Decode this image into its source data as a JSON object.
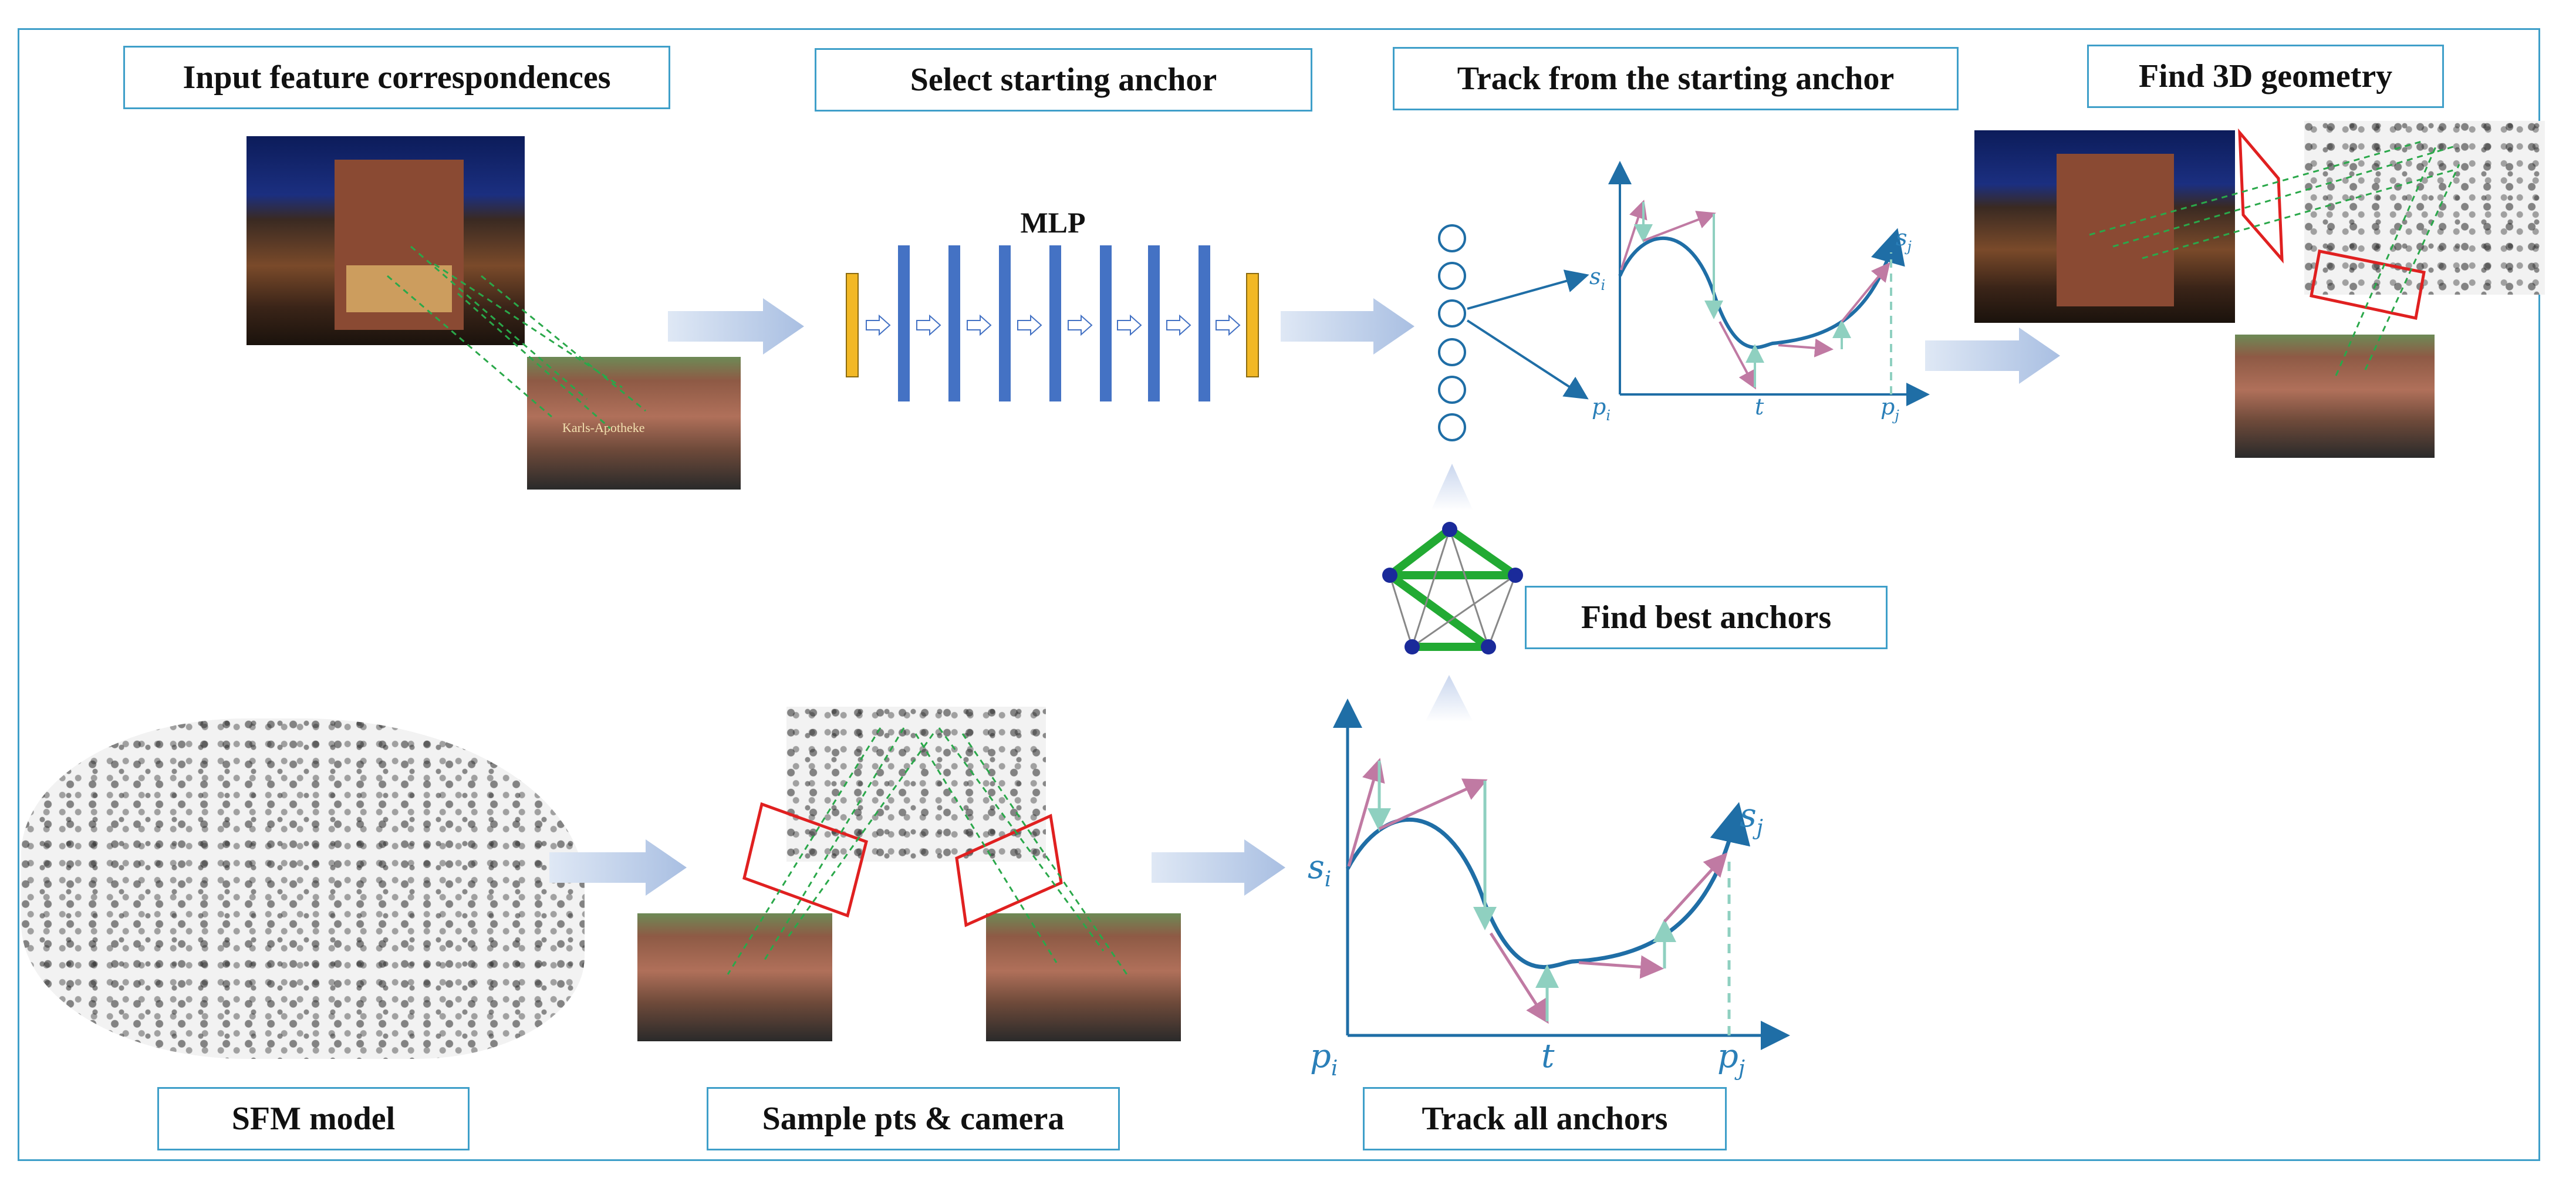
{
  "labels": {
    "input": "Input feature correspondences",
    "select": "Select starting anchor",
    "track_from": "Track  from the starting anchor",
    "find3d": "Find 3D geometry",
    "find_best": "Find best anchors",
    "sfm": "SFM model",
    "sample": "Sample pts & camera",
    "track_all": "Track  all anchors"
  },
  "mlp": {
    "title": "MLP"
  },
  "plot_small": {
    "s_i": "s",
    "s_i_sub": "i",
    "s_j": "s",
    "s_j_sub": "j",
    "p_i": "p",
    "p_i_sub": "i",
    "p_j": "p",
    "p_j_sub": "j",
    "t": "t"
  },
  "plot_large": {
    "s_i": "s",
    "s_i_sub": "i",
    "s_j": "s",
    "s_j_sub": "j",
    "p_i": "p",
    "p_i_sub": "i",
    "p_j": "p",
    "p_j_sub": "j",
    "t": "t"
  },
  "photo_signs": {
    "storefront": "Karls-Apotheke"
  },
  "colors": {
    "frame": "#3f9fc9",
    "arrow": "#b9cbe6",
    "mlp_layer": "#4472c4",
    "mlp_io": "#f2b825",
    "curve": "#1f6ea6",
    "pink": "#c07aa3",
    "teal": "#8fd0c0",
    "graph_green": "#22aa33",
    "graph_node": "#1a2a9a",
    "camera": "#e02020",
    "match": "#2aa84a"
  }
}
